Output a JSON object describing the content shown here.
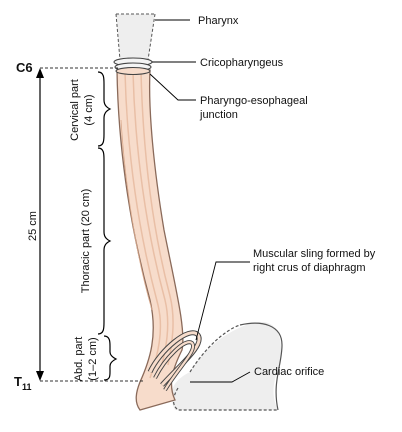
{
  "labels": {
    "pharynx": "Pharynx",
    "cricopharyngeus": "Cricopharyngeus",
    "junction_line1": "Pharyngo-esophageal",
    "junction_line2": "junction",
    "sling_line1": "Muscular sling formed by",
    "sling_line2": "right crus of diaphragm",
    "cardiac_orifice": "Cardiac orifice"
  },
  "vertebral_levels": {
    "top": "C6",
    "bottom_main": "T",
    "bottom_sub": "11"
  },
  "measurements": {
    "total": "25 cm",
    "cervical_line1": "Cervical part",
    "cervical_line2": "(4 cm)",
    "thoracic": "Thoracic part (20 cm)",
    "abdominal_line1": "Abd. part",
    "abdominal_line2": "(1–2 cm)"
  },
  "colors": {
    "esophagus_fill": "#f7dccb",
    "esophagus_stroke": "#8a6a5a",
    "muscle_line": "#e9bfa6",
    "stomach_fill": "#eeeeee",
    "pharynx_fill": "#eeeeee",
    "dimension_line": "#000000",
    "dashed_line": "#333333"
  }
}
